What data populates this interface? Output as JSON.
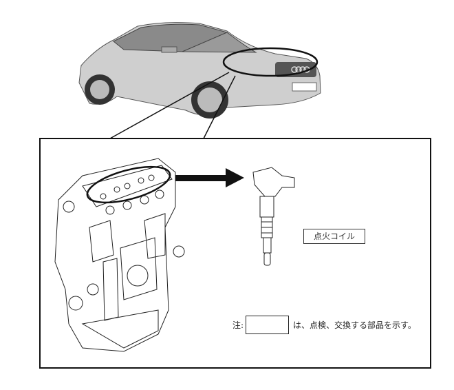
{
  "part_label": "点火コイル",
  "note": {
    "prefix": "注:",
    "suffix": "は、点検、交換する部品を示す。"
  },
  "colors": {
    "line": "#111111",
    "car_body": "#c8c8c8"
  }
}
